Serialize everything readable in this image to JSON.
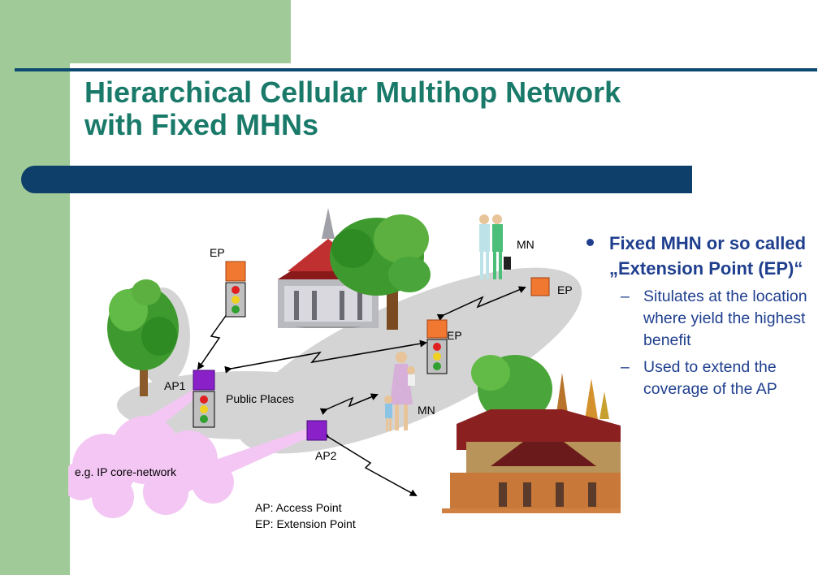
{
  "slide": {
    "title_line1": "Hierarchical Cellular Multihop Network",
    "title_line2": "with Fixed MHNs"
  },
  "diagram": {
    "labels": {
      "ep_top": "EP",
      "mn_top": "MN",
      "ep_right": "EP",
      "ep_center": "EP",
      "ap1": "AP1",
      "public_places": "Public Places",
      "mn_center": "MN",
      "ap2": "AP2",
      "core_network": "e.g. IP core-network"
    },
    "legend": {
      "ap": "AP: Access Point",
      "ep": "EP: Extension Point"
    }
  },
  "bullets": {
    "main": "Fixed MHN or so called „Extension Point (EP)“",
    "sub": [
      "Situlates at the location where yield the highest benefit",
      "Used to extend the coverage of the AP"
    ]
  },
  "colors": {
    "title": "#1a7a6a",
    "bullet_text": "#1f3f8e",
    "accent_bar": "#0d3f6a",
    "side_green": "#a0cb98"
  }
}
